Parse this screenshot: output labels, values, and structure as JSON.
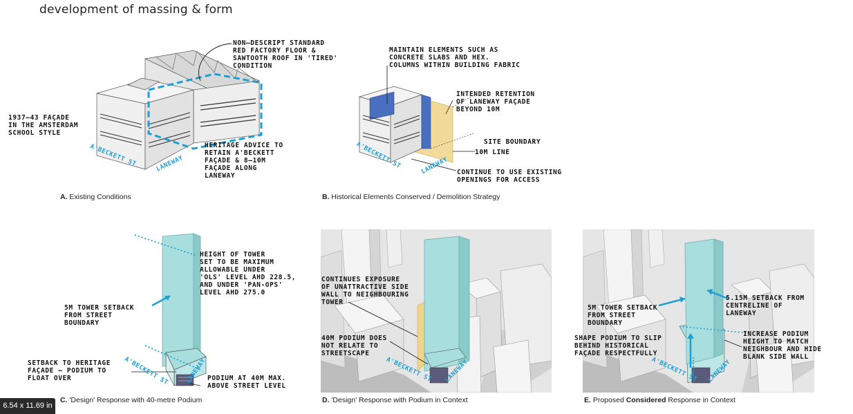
{
  "title": "development of massing & form",
  "panel_a": {
    "label": "A.",
    "caption": "Existing Conditions",
    "note_facade": "1937–43 FAÇADE\nIN THE AMSTERDAM\nSCHOOL STYLE",
    "note_factory": "NON–DESCRIPT STANDARD\nRED FACTORY FLOOR &\nSAWTOOTH ROOF IN 'TIRED'\nCONDITION",
    "note_heritage": "HERITAGE ADVICE TO\nRETAIN A'BECKETT\nFAÇADE & 8–10M\nFAÇADE ALONG\nLANEWAY",
    "street_1": "A'BECKETT ST",
    "street_2": "LANEWAY"
  },
  "panel_b": {
    "label": "B.",
    "caption": "Historical Elements Conserved / Demolition Strategy",
    "note_maintain": "MAINTAIN ELEMENTS SUCH AS\nCONCRETE SLABS AND HEX.\nCOLUMNS WITHIN BUILDING FABRIC",
    "note_retention": "INTENDED RETENTION\nOF LANEWAY FAÇADE\nBEYOND 10M",
    "note_boundary": "SITE BOUNDARY",
    "note_10m": "10M LINE",
    "note_openings": "CONTINUE TO USE EXISTING\nOPENINGS FOR ACCESS",
    "street_1": "A'BECKETT ST",
    "street_2": "LANEWAY"
  },
  "panel_c": {
    "label": "C.",
    "caption": "'Design' Response with 40-metre Podium",
    "note_height": "HEIGHT OF TOWER\nSET TO BE MAXIMUM\nALLOWABLE UNDER\n'OLS' LEVEL AHD 228.5,\nAND UNDER 'PAN-OPS'\nLEVEL AHD 275.0",
    "note_setback": "5M TOWER SETBACK\nFROM STREET\nBOUNDARY",
    "note_heritage": "SETBACK TO HERITAGE\nFAÇADE – PODIUM TO\nFLOAT OVER",
    "note_podium": "PODIUM AT 40M MAX.\nABOVE STREET LEVEL",
    "street_1": "A'BECKETT ST",
    "street_2": "LANEWAY"
  },
  "panel_d": {
    "label": "D.",
    "caption": "'Design' Response with Podium in Context",
    "note_exposure": "CONTINUES EXPOSURE\nOF UNATTRACTIVE SIDE\nWALL TO NEIGHBOURING\nTOWER",
    "note_podium": "40M PODIUM DOES\nNOT RELATE TO\nSTREETSCAPE",
    "street_1": "A'BECKETT ST",
    "street_2": "LANEWAY"
  },
  "panel_e": {
    "label": "E.",
    "caption_pre": "Proposed ",
    "caption_bold": "Considered",
    "caption_post": " Response in Context",
    "note_setback": "5M TOWER SETBACK\nFROM STREET\nBOUNDARY",
    "note_shape": "SHAPE PODIUM TO SLIP\nBEHIND HISTORICAL\nFAÇADE RESPECTFULLY",
    "note_centreline": "5.15M SETBACK FROM\nCENTRELINE OF\nLANEWAY",
    "note_increase": "INCREASE PODIUM\nHEIGHT TO MATCH\nNEIGHBOUR AND HIDE\nBLANK SIDE WALL",
    "street_1": "A'BECKETT ST",
    "street_2": "LANEWAY"
  },
  "page_size_badge": "6.54 x 11.69 in",
  "colors": {
    "accent_blue": "#1e9fd4",
    "tower_teal": "#a8dede",
    "retention_yellow": "#f0d48a",
    "slab_blue": "#4a6fc0"
  }
}
